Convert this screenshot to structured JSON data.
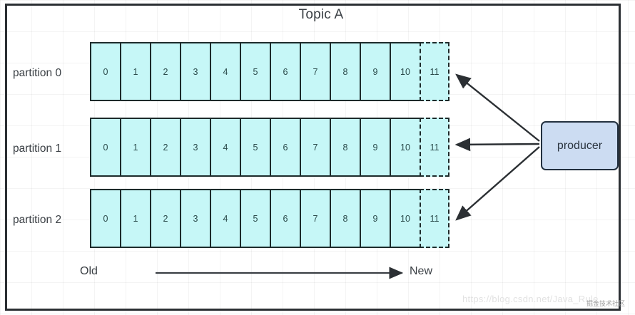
{
  "diagram": {
    "title": "Topic A",
    "partitions": [
      {
        "label": "partition 0",
        "offsets": [
          "0",
          "1",
          "2",
          "3",
          "4",
          "5",
          "6",
          "7",
          "8",
          "9",
          "10"
        ],
        "pending_offset": "11"
      },
      {
        "label": "partition 1",
        "offsets": [
          "0",
          "1",
          "2",
          "3",
          "4",
          "5",
          "6",
          "7",
          "8",
          "9",
          "10"
        ],
        "pending_offset": "11"
      },
      {
        "label": "partition 2",
        "offsets": [
          "0",
          "1",
          "2",
          "3",
          "4",
          "5",
          "6",
          "7",
          "8",
          "9",
          "10"
        ],
        "pending_offset": "11"
      }
    ],
    "producer": {
      "label": "producer"
    },
    "timeline": {
      "old_label": "Old",
      "new_label": "New"
    },
    "watermark": {
      "url": "https://blog.csdn.net/Java_Rule",
      "cn": "掘金技术社区"
    },
    "colors": {
      "cell_fill": "#c6f7f7",
      "cell_border": "#1d2b2b",
      "producer_fill": "#ccdcf2",
      "producer_border": "#22303f",
      "text": "#3a3f44",
      "frame": "#2b2f33"
    }
  }
}
